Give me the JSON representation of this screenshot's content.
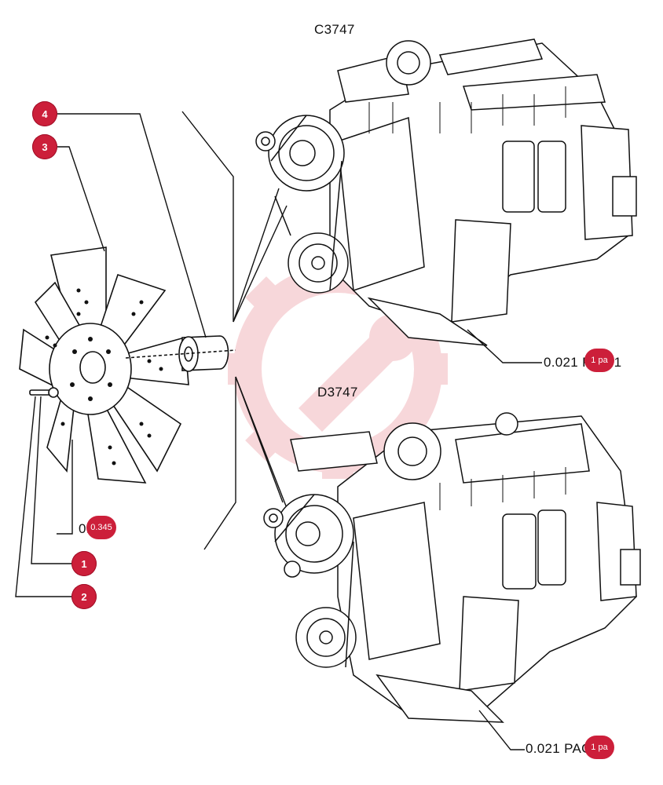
{
  "engine_labels": {
    "top_model": "C3747",
    "bottom_model": "D3747",
    "top_ref": "0.021 PAG.1",
    "bottom_ref": "0.021 PAG.1A",
    "fan_ref": "0.345"
  },
  "callouts": [
    {
      "id": "4",
      "label": "4"
    },
    {
      "id": "3",
      "label": "3"
    },
    {
      "id": "1",
      "label": "1"
    },
    {
      "id": "2",
      "label": "2"
    }
  ],
  "link_badges": {
    "fan_ref": "0.345",
    "top_ref": "1 pa",
    "bottom_ref": "1 pa"
  },
  "colors": {
    "badge": "#cc1f3a",
    "ink": "#111111",
    "watermark": "#f2b8bd"
  },
  "watermark_icon": "gear-wrench-logo-icon"
}
